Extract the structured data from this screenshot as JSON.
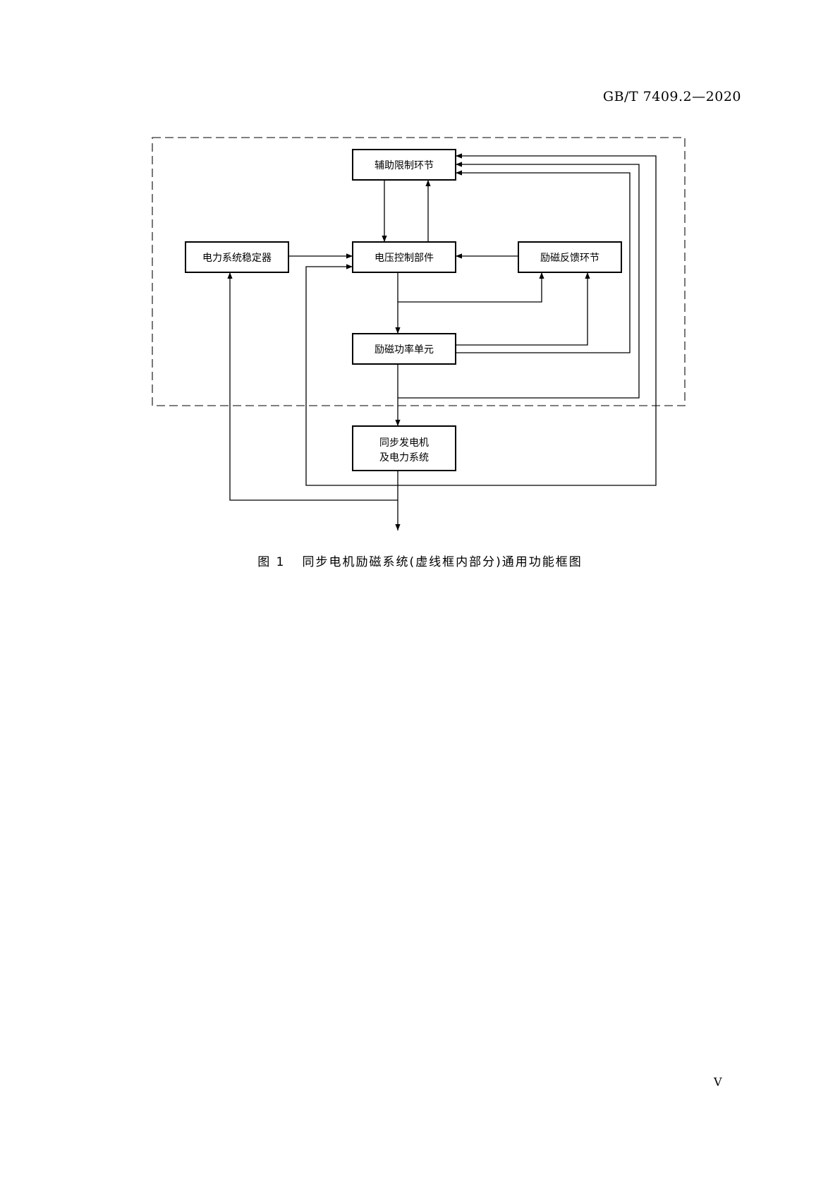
{
  "header": {
    "standard_code": "GB/T  7409.2—2020"
  },
  "diagram": {
    "blocks": {
      "aux_limit": "辅助限制环节",
      "pss": "电力系统稳定器",
      "voltage_control": "电压控制部件",
      "feedback": "励磁反馈环节",
      "power_unit": "励磁功率单元",
      "generator_line1": "同步发电机",
      "generator_line2": "及电力系统"
    }
  },
  "caption": {
    "figure_no": "图 1",
    "text": "同步电机励磁系统(虚线框内部分)通用功能框图"
  },
  "footer": {
    "page_number": "V"
  }
}
